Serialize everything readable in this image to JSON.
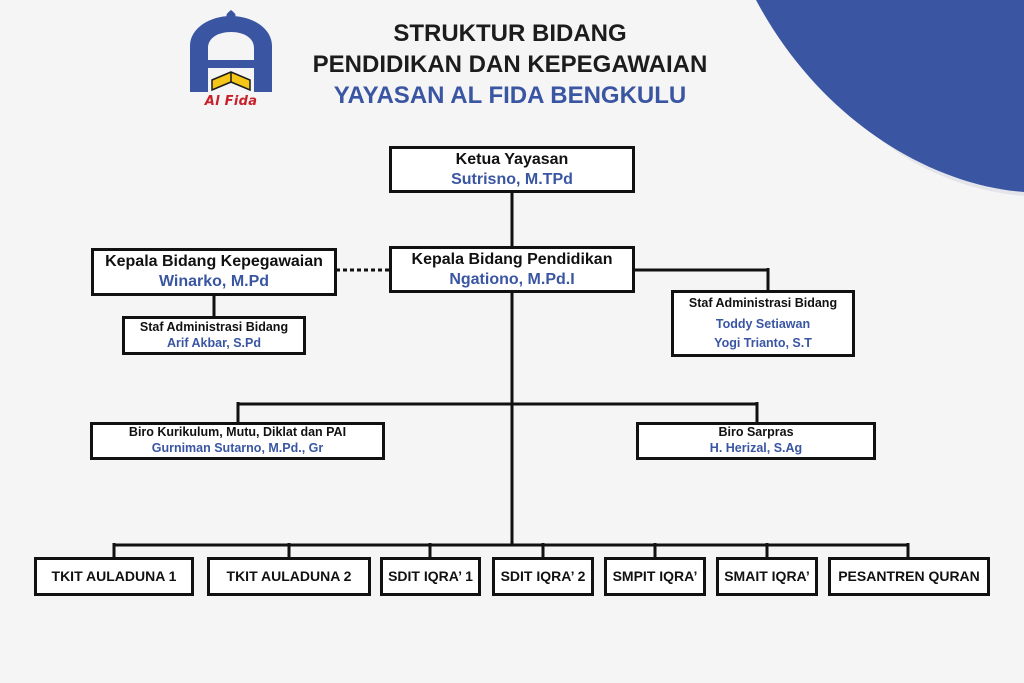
{
  "header": {
    "line1": "STRUKTUR BIDANG",
    "line2": "PENDIDIKAN DAN KEPEGAWAIAN",
    "line3": "YAYASAN AL FIDA BENGKULU"
  },
  "logo": {
    "text": "Al Fida",
    "icon": "al-fida-logo"
  },
  "colors": {
    "accent": "#3a56a3",
    "logo_red": "#c8202a",
    "logo_yellow": "#f5c518",
    "box_border": "#111111"
  },
  "org": {
    "ketua": {
      "role": "Ketua Yayasan",
      "name": "Sutrisno, M.TPd"
    },
    "kabid_pendidikan": {
      "role": "Kepala Bidang Pendidikan",
      "name": "Ngationo, M.Pd.I"
    },
    "kabid_kepegawaian": {
      "role": "Kepala Bidang Kepegawaian",
      "name": "Winarko, M.Pd"
    },
    "staf_kepegawaian": {
      "role": "Staf Administrasi Bidang",
      "name": "Arif Akbar, S.Pd"
    },
    "staf_pendidikan": {
      "role": "Staf Administrasi Bidang",
      "names": [
        "Toddy Setiawan",
        "Yogi Trianto, S.T"
      ]
    },
    "biro_kurikulum": {
      "role": "Biro Kurikulum, Mutu, Diklat dan PAI",
      "name": "Gurniman Sutarno, M.Pd., Gr"
    },
    "biro_sarpras": {
      "role": "Biro Sarpras",
      "name": "H. Herizal, S.Ag"
    },
    "units": [
      "TKIT AULADUNA 1",
      "TKIT AULADUNA 2",
      "SDIT IQRA’ 1",
      "SDIT IQRA’ 2",
      "SMPIT IQRA’",
      "SMAIT IQRA’",
      "PESANTREN QURAN"
    ]
  }
}
